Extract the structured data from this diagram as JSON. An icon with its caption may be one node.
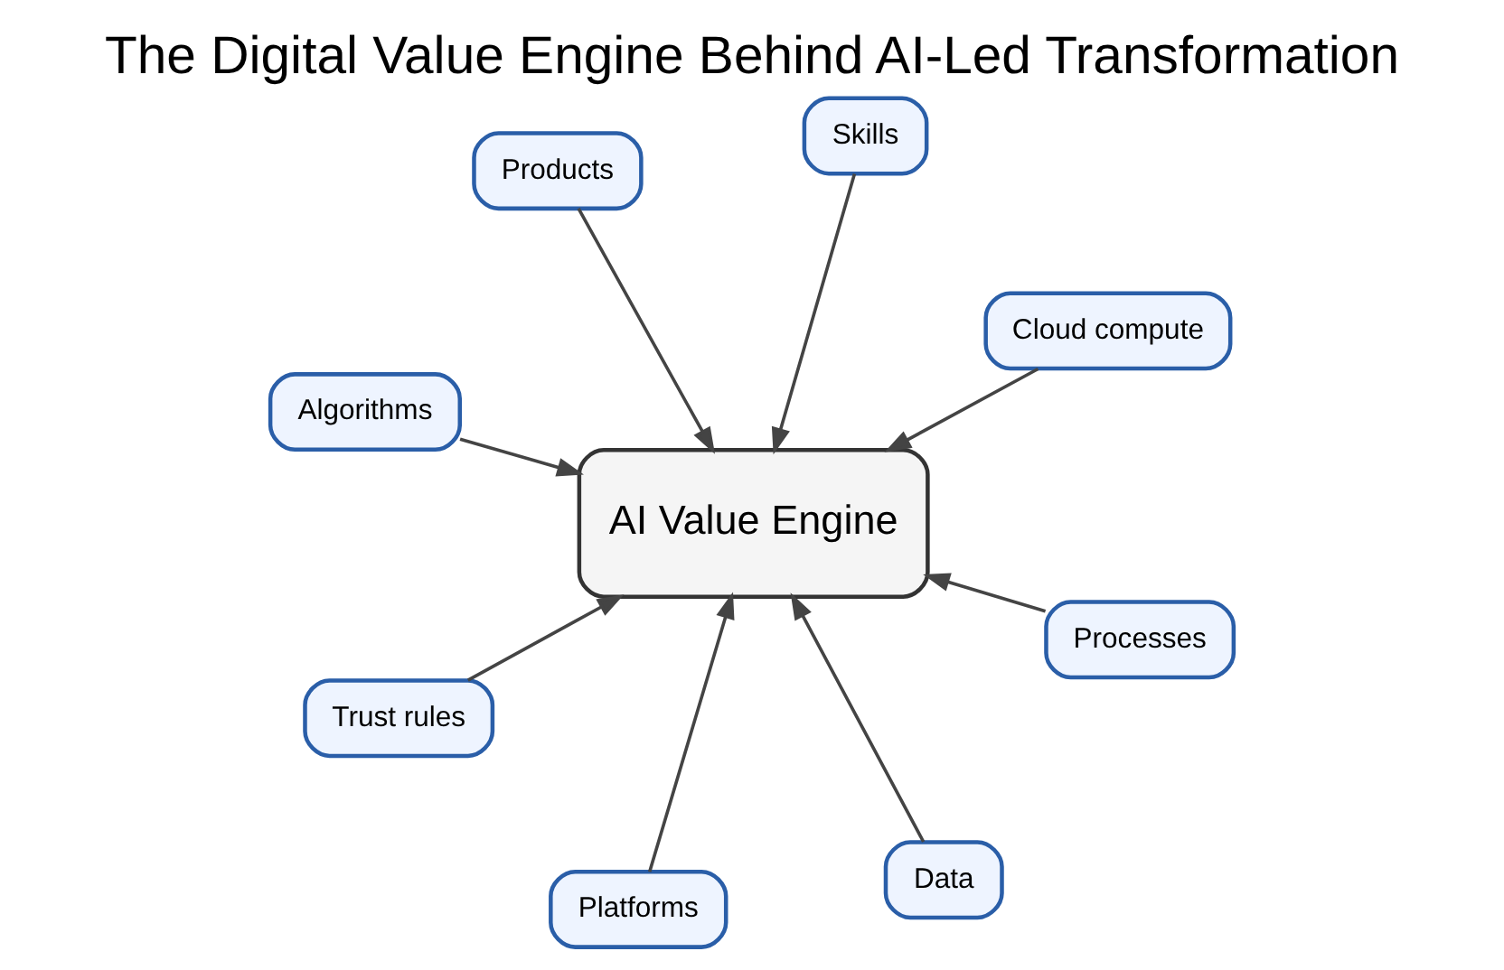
{
  "diagram": {
    "title": "The Digital Value Engine Behind AI-Led Transformation",
    "nodes": [
      {
        "text": [
          "Algorithms"
        ]
      },
      {
        "text": [
          "Cloud compute"
        ]
      },
      {
        "text": [
          "Data"
        ]
      },
      {
        "text": [
          "Skills"
        ]
      },
      {
        "text": [
          "AI Value Engine"
        ]
      },
      {
        "text": [
          "Products"
        ]
      },
      {
        "text": [
          "Trust rules"
        ]
      },
      {
        "text": [
          "Processes"
        ]
      },
      {
        "text": [
          "Platforms"
        ]
      }
    ],
    "edges": [
      {
        "from": 0,
        "to": 4,
        "arrow": "to"
      },
      {
        "from": 1,
        "to": 4,
        "arrow": "to"
      },
      {
        "from": 2,
        "to": 4,
        "arrow": "to"
      },
      {
        "from": 3,
        "to": 4,
        "arrow": "to"
      },
      {
        "from": 5,
        "to": 4,
        "arrow": "to"
      },
      {
        "from": 6,
        "to": 4,
        "arrow": "to"
      },
      {
        "from": 7,
        "to": 4,
        "arrow": "to"
      },
      {
        "from": 8,
        "to": 4,
        "arrow": "to"
      }
    ]
  }
}
